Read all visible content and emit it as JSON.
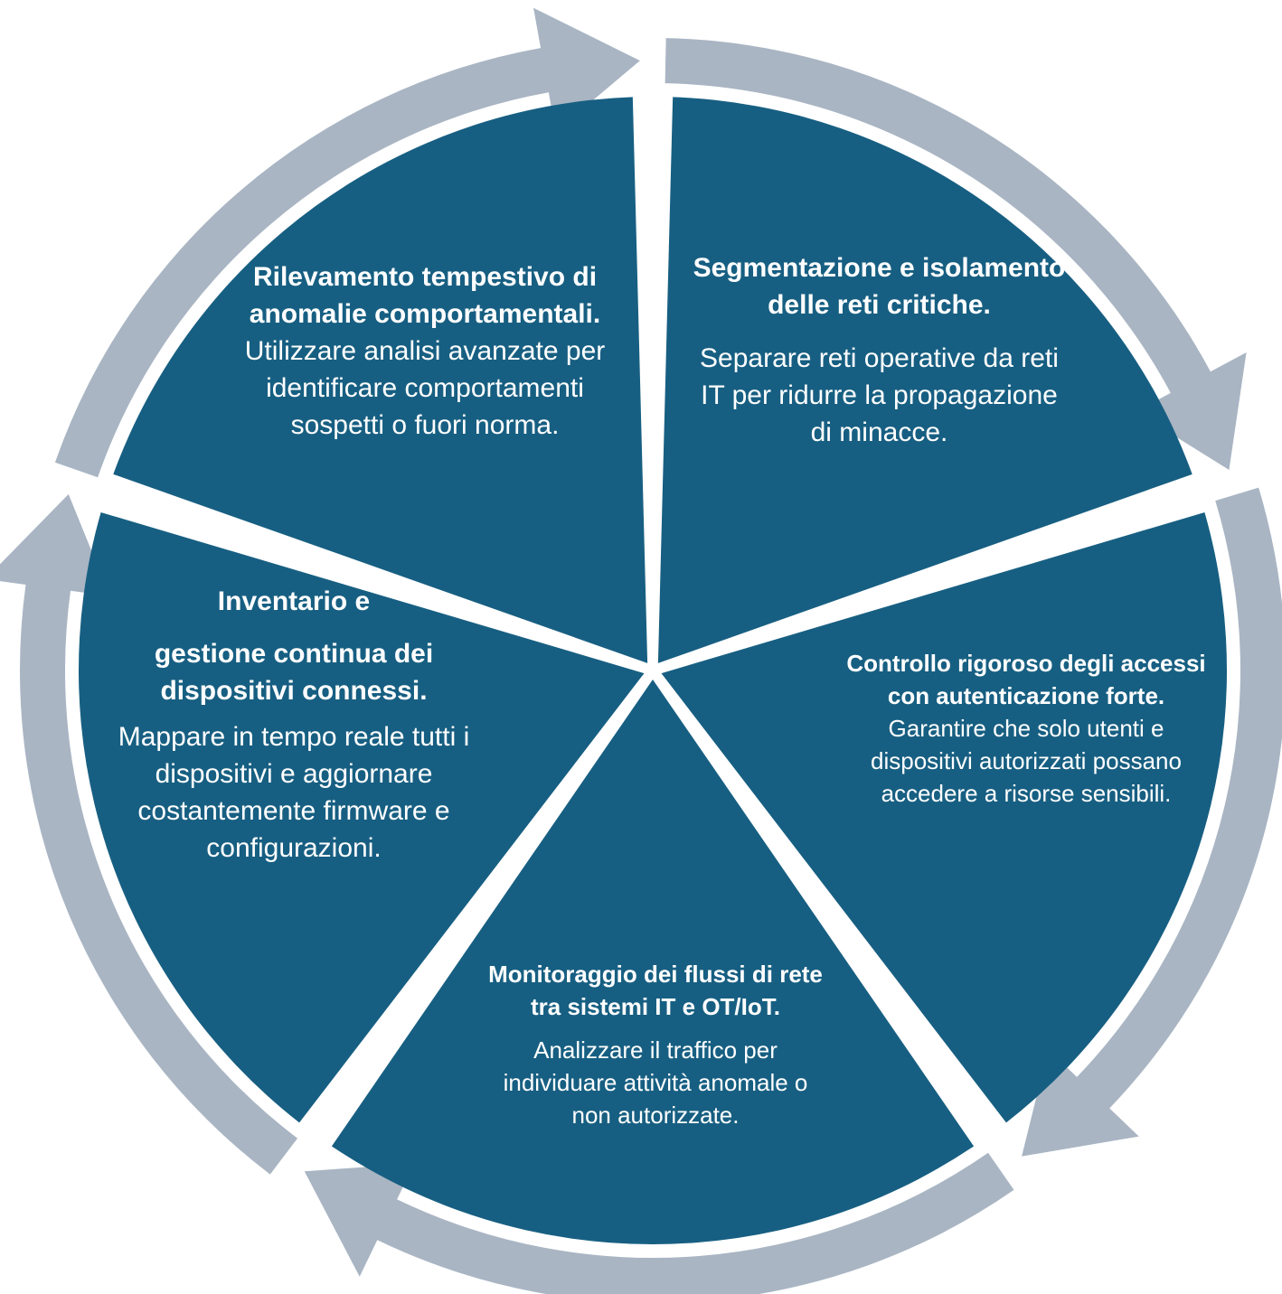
{
  "colors": {
    "segment_fill": "#175F82",
    "arrow_fill": "#A9B5C3",
    "background": "#FFFFFF",
    "text": "#FFFFFF"
  },
  "segments": [
    {
      "id": "rilevamento",
      "title": "Rilevamento tempestivo di anomalie comportamentali.",
      "body": "Utilizzare analisi avanzate per identificare comportamenti sospetti o fuori norma."
    },
    {
      "id": "segmentazione",
      "title": "Segmentazione e isolamento delle reti critiche.",
      "body": "Separare reti operative da reti IT per ridurre la propagazione di minacce."
    },
    {
      "id": "controllo",
      "title": "Controllo rigoroso degli accessi con autenticazione forte.",
      "body": "Garantire che solo utenti e dispositivi autorizzati possano accedere a risorse sensibili."
    },
    {
      "id": "monitoraggio",
      "title": "Monitoraggio dei flussi di rete tra sistemi IT e OT/IoT.",
      "body": "Analizzare il traffico per individuare attività anomale o non autorizzate."
    },
    {
      "id": "inventario",
      "title_line1": "Inventario e",
      "title_line2": "gestione continua dei dispositivi connessi.",
      "body": "Mappare in tempo reale tutti i dispositivi e aggiornare costantemente firmware e configurazioni."
    }
  ]
}
